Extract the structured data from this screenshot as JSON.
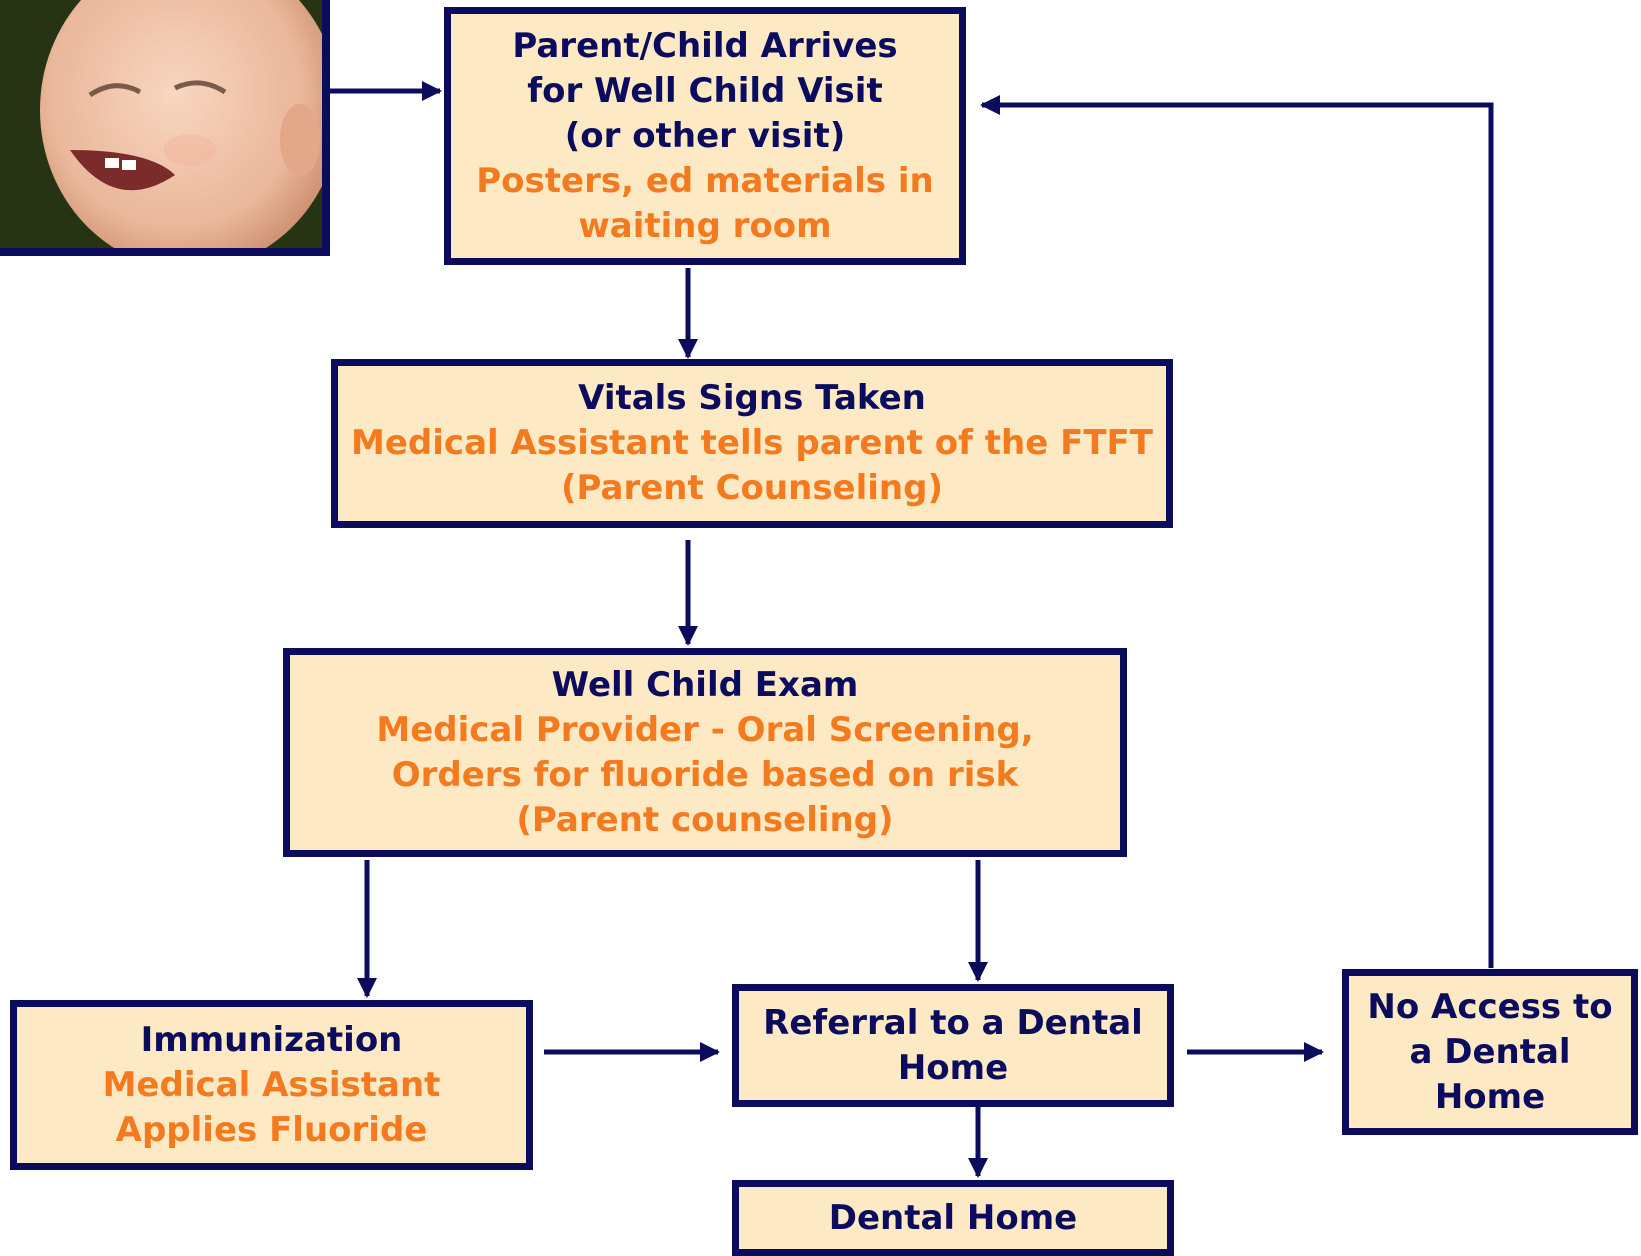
{
  "boxes": {
    "arrive": {
      "title_lines": [
        "Parent/Child Arrives",
        "for Well Child Visit",
        "(or other visit)"
      ],
      "note_lines": [
        "Posters, ed materials in",
        "waiting room"
      ]
    },
    "vitals": {
      "title_lines": [
        "Vitals Signs Taken"
      ],
      "note_lines": [
        "Medical Assistant tells parent of the FTFT",
        "(Parent Counseling)"
      ]
    },
    "exam": {
      "title_lines": [
        "Well Child Exam"
      ],
      "note_lines": [
        "Medical Provider - Oral Screening,",
        "Orders for fluoride based on risk",
        "(Parent counseling)"
      ]
    },
    "immunization": {
      "title_lines": [
        "Immunization"
      ],
      "note_lines": [
        "Medical Assistant",
        "Applies Fluoride"
      ]
    },
    "referral": {
      "title_lines": [
        "Referral to a Dental",
        "Home"
      ]
    },
    "noaccess": {
      "title_lines": [
        "No Access to",
        "a Dental",
        "Home"
      ]
    },
    "dental_home": {
      "title_lines": [
        "Dental Home"
      ]
    }
  },
  "colors": {
    "box_fill": "#fde9c3",
    "border": "#0c0c5e",
    "title_text": "#0c0c5e",
    "note_text": "#f47a1f"
  },
  "photo": {
    "subject": "smiling-baby-photo"
  }
}
